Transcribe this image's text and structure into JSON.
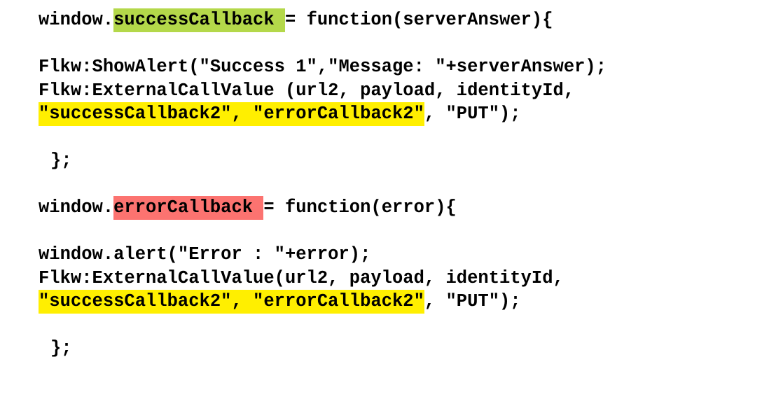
{
  "document": {
    "type": "code-snippet",
    "language": "javascript",
    "background_color": "#ffffff",
    "text_color": "#000000",
    "highlight_colors": {
      "green": "#b4d84a",
      "red": "#fc7370",
      "yellow": "#ffef00"
    }
  },
  "code": {
    "block1": {
      "line1": {
        "prefix": "window.",
        "highlight_green": "successCallback ",
        "suffix": "= function(serverAnswer){"
      },
      "line2": "Flkw:ShowAlert(\"Success 1\",\"Message: \"+serverAnswer);",
      "line3": "Flkw:ExternalCallValue (url2, payload, identityId,",
      "line4": {
        "highlight_yellow": "\"successCallback2\", \"errorCallback2\"",
        "suffix": ", \"PUT\");"
      },
      "line5": "};"
    },
    "block2": {
      "line1": {
        "prefix": "window.",
        "highlight_red": "errorCallback ",
        "suffix": "= function(error){"
      },
      "line2": "window.alert(\"Error : \"+error);",
      "line3": "Flkw:ExternalCallValue(url2, payload, identityId,",
      "line4": {
        "highlight_yellow": "\"successCallback2\", \"errorCallback2\"",
        "suffix": ", \"PUT\");"
      },
      "line5": "};"
    }
  }
}
